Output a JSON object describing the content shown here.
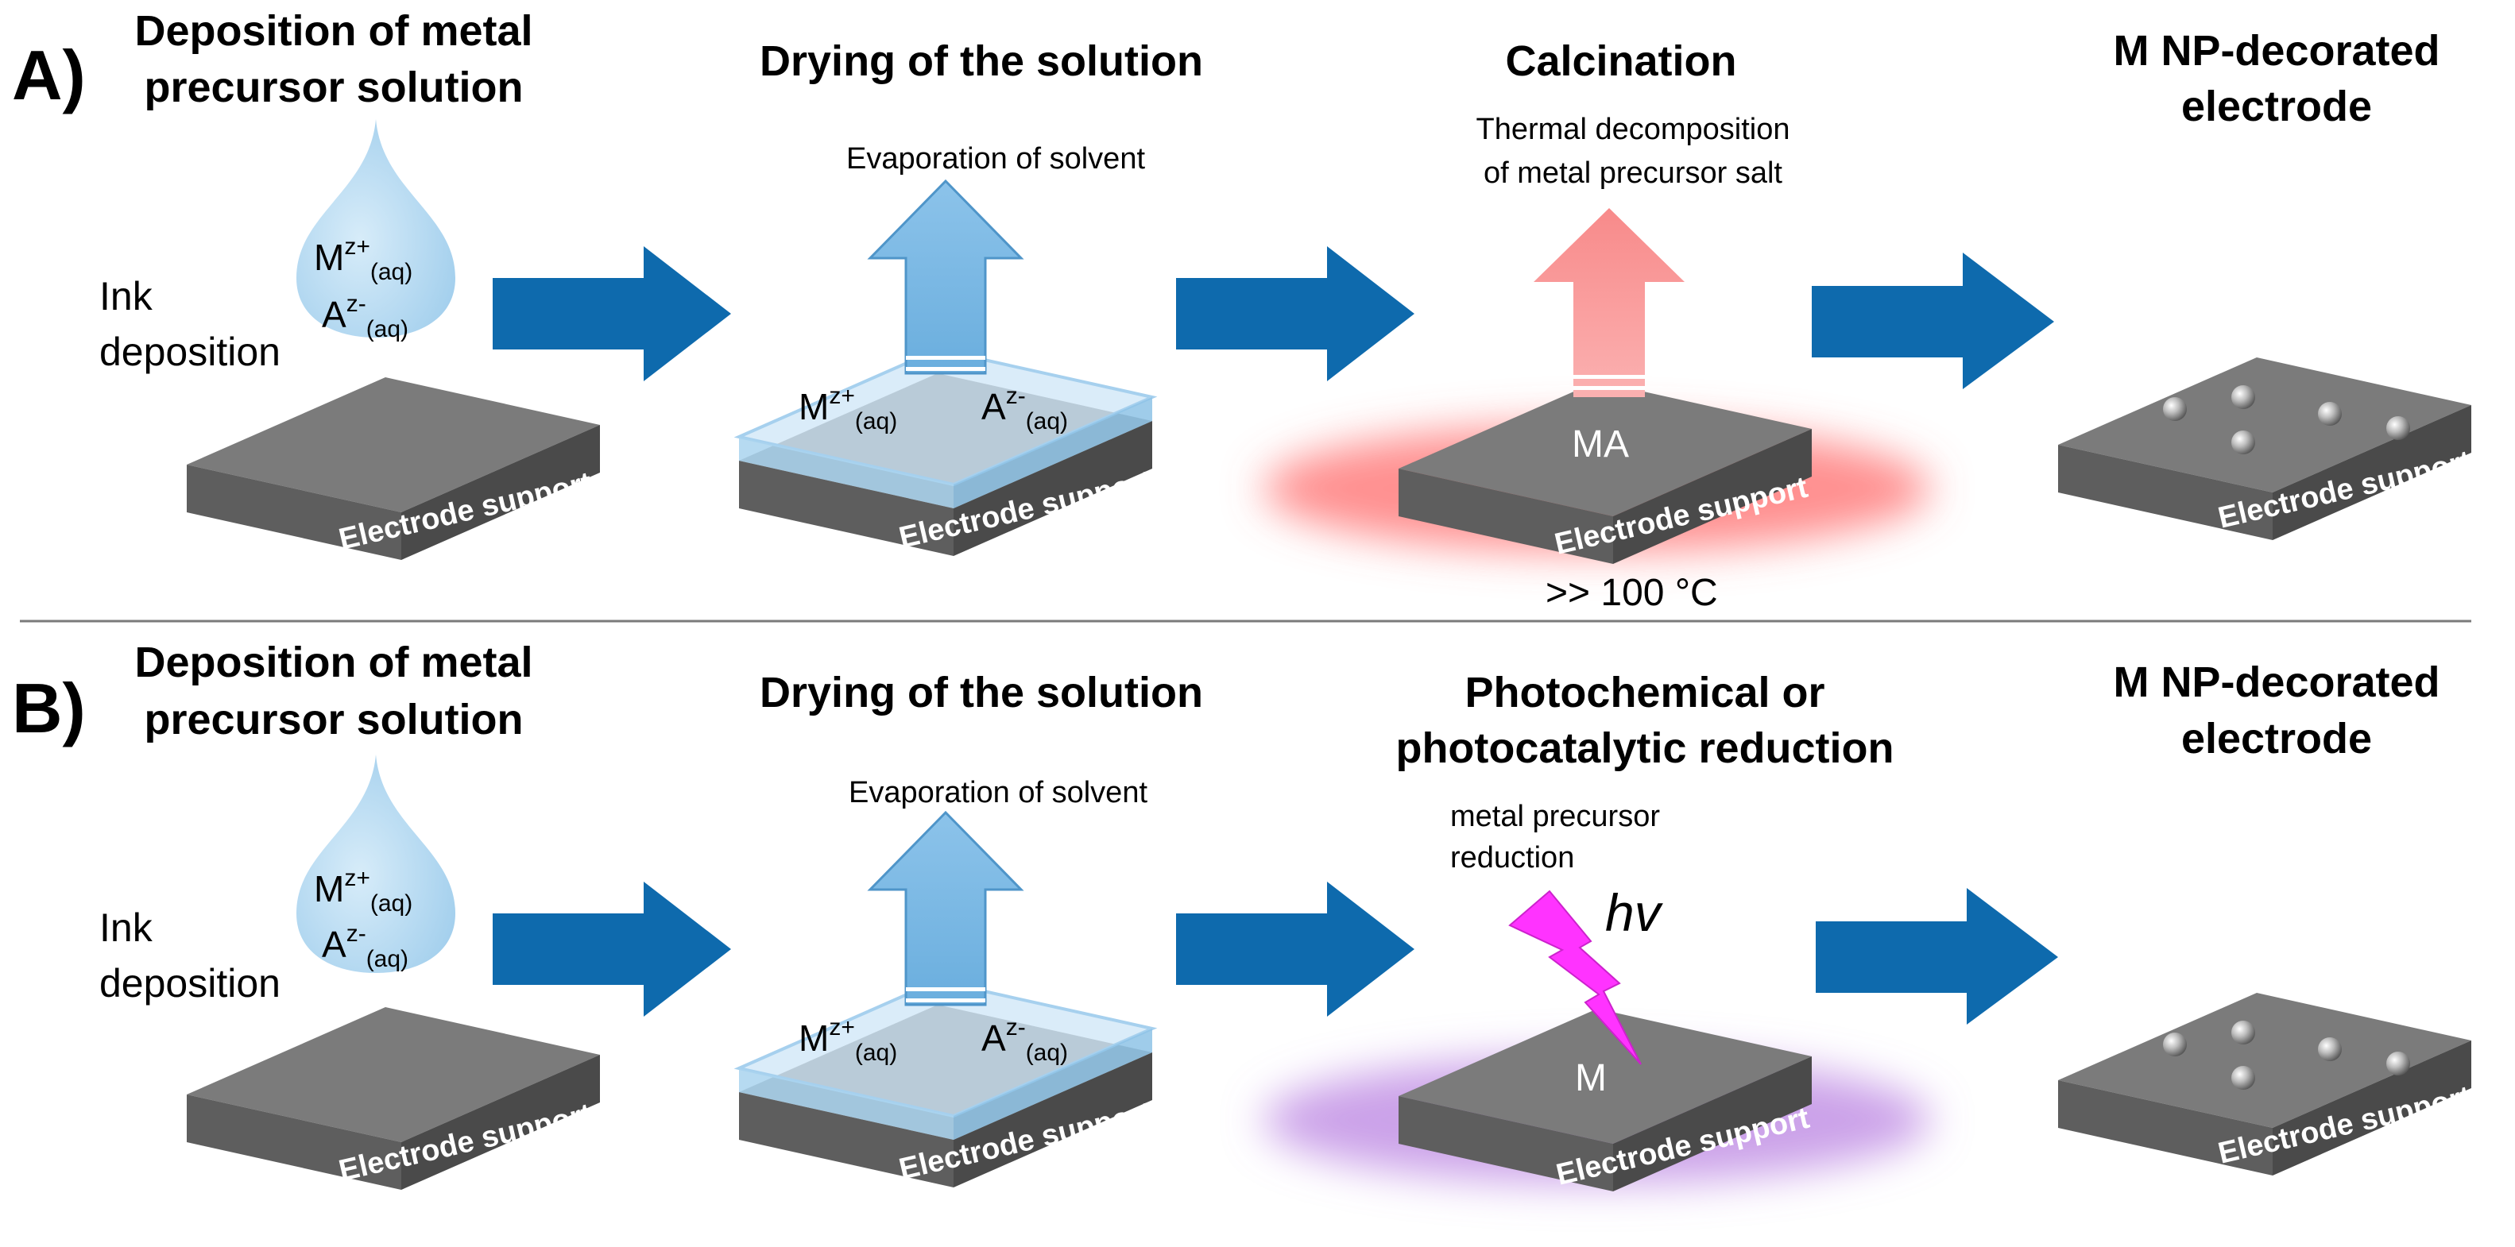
{
  "panels": [
    {
      "label": "A)",
      "steps": [
        {
          "heading_lines": [
            "Deposition of metal",
            "precursor solution"
          ],
          "side_label_lines": [
            "Ink",
            "deposition"
          ],
          "cation": {
            "base": "M",
            "sup": "z+",
            "sub": "(aq)"
          },
          "anion": {
            "base": "A",
            "sup": "z-",
            "sub": "(aq)"
          },
          "support_label": "Electrode support"
        },
        {
          "heading_lines": [
            "Drying of the solution"
          ],
          "note_lines": [
            "Evaporation of solvent"
          ],
          "cation": {
            "base": "M",
            "sup": "z+",
            "sub": "(aq)"
          },
          "anion": {
            "base": "A",
            "sup": "z-",
            "sub": "(aq)"
          },
          "support_label": "Electrode support"
        },
        {
          "heading_lines": [
            "Calcination"
          ],
          "note_lines": [
            "Thermal decomposition",
            "of metal precursor salt"
          ],
          "surface_label": "MA",
          "temperature": ">> 100 °C",
          "support_label": "Electrode support"
        },
        {
          "heading_lines": [
            "M NP-decorated",
            "electrode"
          ],
          "support_label": "Electrode support"
        }
      ]
    },
    {
      "label": "B)",
      "steps": [
        {
          "heading_lines": [
            "Deposition of metal",
            "precursor solution"
          ],
          "side_label_lines": [
            "Ink",
            "deposition"
          ],
          "cation": {
            "base": "M",
            "sup": "z+",
            "sub": "(aq)"
          },
          "anion": {
            "base": "A",
            "sup": "z-",
            "sub": "(aq)"
          },
          "support_label": "Electrode support"
        },
        {
          "heading_lines": [
            "Drying of the solution"
          ],
          "note_lines": [
            "Evaporation of solvent"
          ],
          "cation": {
            "base": "M",
            "sup": "z+",
            "sub": "(aq)"
          },
          "anion": {
            "base": "A",
            "sup": "z-",
            "sub": "(aq)"
          },
          "support_label": "Electrode support"
        },
        {
          "heading_lines": [
            "Photochemical or",
            "photocatalytic reduction"
          ],
          "note_lines": [
            "metal precursor",
            "reduction"
          ],
          "light_symbol": "hv",
          "surface_label": "M",
          "support_label": "Electrode support"
        },
        {
          "heading_lines": [
            "M NP-decorated",
            "electrode"
          ],
          "support_label": "Electrode support"
        }
      ]
    }
  ],
  "colors": {
    "process_arrow": "#0e6aad",
    "evaporation_arrow": "#6fb1e0",
    "calcination_arrow": "#f79393",
    "heat_glow": "#ff6b6b",
    "uv_glow": "#b57be0",
    "lightning": "#ff33ff",
    "support_top": "#7b7b7b",
    "support_side": "#555555",
    "drop": "#a9d4ee",
    "film": "#bfe0f5"
  },
  "icons": {
    "process_arrow": "right-arrow-icon",
    "evaporation": "up-arrow-icon",
    "light": "lightning-bolt-icon",
    "droplet": "droplet-icon",
    "nanoparticle": "sphere-icon"
  }
}
